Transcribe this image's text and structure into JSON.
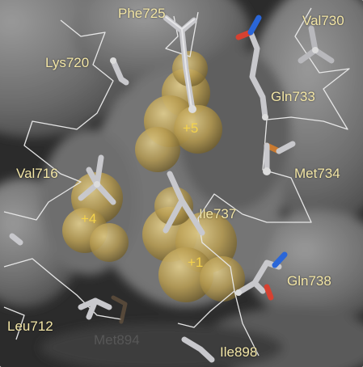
{
  "residues": {
    "phe725": "Phe725",
    "val730": "Val730",
    "lys720": "Lys720",
    "gln733": "Gln733",
    "met734": "Met734",
    "val716": "Val716",
    "ile737": "Ile737",
    "gln738": "Gln738",
    "leu712": "Leu712",
    "met894": "Met894",
    "ile898": "Ile898"
  },
  "pockets": {
    "p5": "+5",
    "p4": "+4",
    "p1": "+1"
  },
  "colors": {
    "label_text": "#f3e6a6",
    "pocket_label": "#f4d24a",
    "pocket_sphere": "#c9ad5e",
    "carbon": "#c8c8cc",
    "oxygen": "#d64131",
    "nitrogen": "#2a66d8",
    "sulfur": "#c97a30",
    "surface": "#6b6b6b",
    "background": "#2b2b2b"
  }
}
